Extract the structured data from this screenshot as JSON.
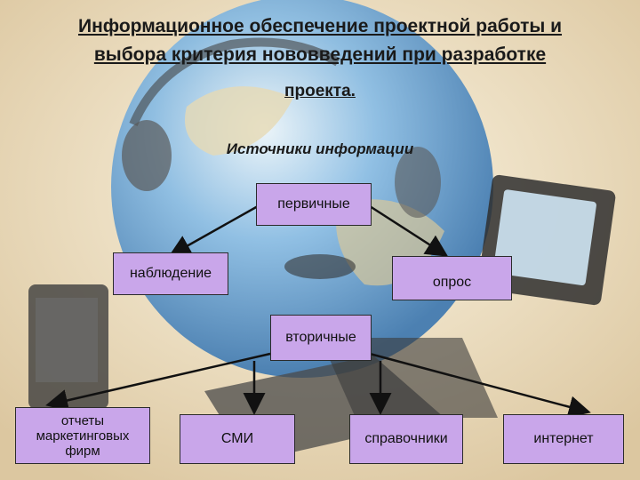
{
  "title": {
    "line1": "Информационное обеспечение проектной работы и",
    "line2": "выбора критерия нововведений при разработке",
    "line3": "проекта."
  },
  "subtitle": "Источники информации",
  "nodes": {
    "primary": "первичные",
    "observation": "наблюдение",
    "survey": "опрос",
    "secondary": "вторичные",
    "reports": "отчеты маркетинговых фирм",
    "media": "СМИ",
    "references": "справочники",
    "internet": "интернет"
  },
  "colors": {
    "box_fill": "#c9a6ea",
    "box_border": "#2b2b2b",
    "arrow": "#111111"
  }
}
